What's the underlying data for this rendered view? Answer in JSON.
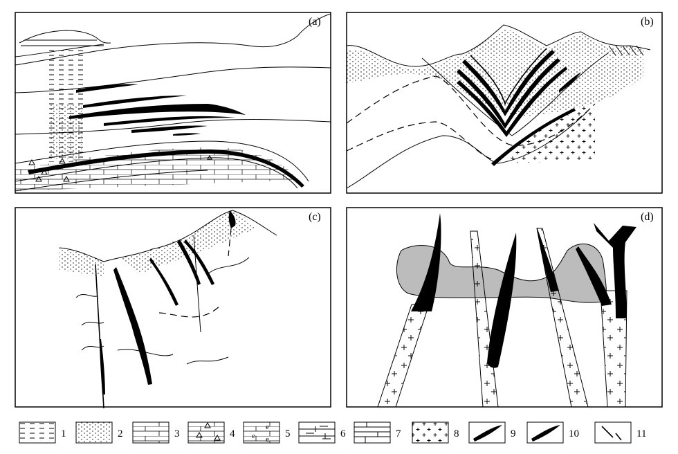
{
  "panels": [
    {
      "id": "a",
      "label": "(a)"
    },
    {
      "id": "b",
      "label": "(b)"
    },
    {
      "id": "c",
      "label": "(c)"
    },
    {
      "id": "d",
      "label": "(d)"
    }
  ],
  "legend": [
    {
      "num": "1",
      "pattern": "dashed-lines"
    },
    {
      "num": "2",
      "pattern": "dotted-lines"
    },
    {
      "num": "3",
      "pattern": "brick"
    },
    {
      "num": "4",
      "pattern": "triangles"
    },
    {
      "num": "5",
      "pattern": "e-symbols"
    },
    {
      "num": "6",
      "pattern": "dash-lines-vertical"
    },
    {
      "num": "7",
      "pattern": "tall-brick"
    },
    {
      "num": "8",
      "pattern": "crosses"
    },
    {
      "num": "9",
      "pattern": "ore-lens-black"
    },
    {
      "num": "10",
      "pattern": "ore-lens-outlined"
    },
    {
      "num": "11",
      "pattern": "fault-lines"
    }
  ],
  "colors": {
    "ore": "#000000",
    "alteration": "#bcbcbc",
    "frame": "#000000"
  }
}
